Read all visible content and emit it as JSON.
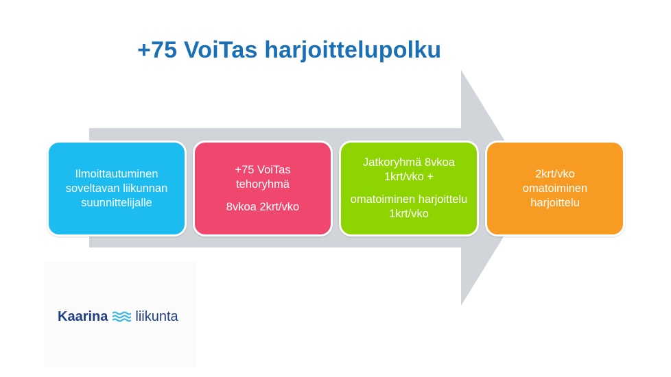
{
  "title": "+75 VoiTas harjoittelupolku",
  "steps": [
    {
      "lines": [
        "Ilmoittautuminen soveltavan liikunnan suunnittelijalle"
      ],
      "color": "#1cbcf0"
    },
    {
      "lines": [
        "+75 VoiTas tehoryhmä",
        "8vkoa 2krt/vko"
      ],
      "color": "#f0476e"
    },
    {
      "lines": [
        "Jatkoryhmä 8vkoa 1krt/vko +",
        "omatoiminen harjoittelu 1krt/vko"
      ],
      "color": "#8dd400"
    },
    {
      "lines": [
        "2krt/vko omatoiminen harjoittelu"
      ],
      "color": "#f79b23"
    }
  ],
  "logo": {
    "name": "Kaarina",
    "suffix": "liikunta"
  },
  "colors": {
    "title": "#1a6fb5",
    "arrow": "#d1d5da",
    "logo": "#1f3f86",
    "waves": "#37b6e8"
  }
}
